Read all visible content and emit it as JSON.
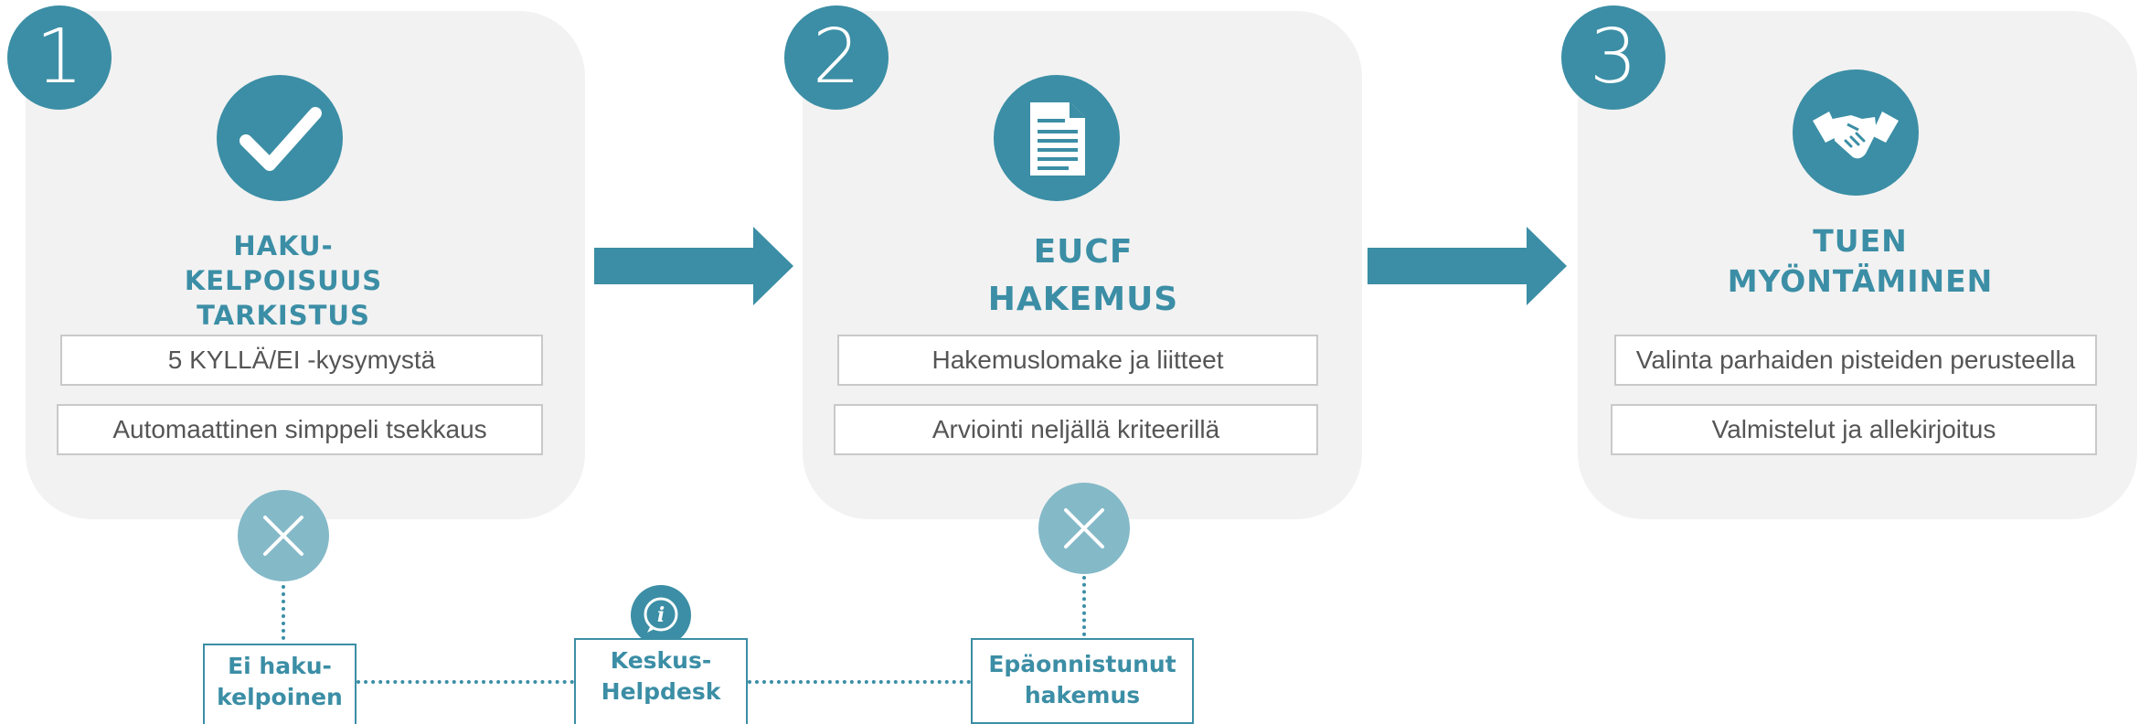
{
  "steps": [
    {
      "number": "1",
      "icon": "checkmark-icon",
      "title_lines": [
        "HAKU-",
        "KELPOISUUS",
        "TARKISTUS"
      ],
      "items": [
        "5 KYLLÄ/EI -kysymystä",
        "Automaattinen simppeli tsekkaus"
      ]
    },
    {
      "number": "2",
      "icon": "document-icon",
      "title_lines": [
        "EUCF",
        "HAKEMUS"
      ],
      "items": [
        "Hakemuslomake ja liitteet",
        "Arviointi neljällä kriteerillä"
      ]
    },
    {
      "number": "3",
      "icon": "handshake-icon",
      "title_lines": [
        "TUEN",
        "MYÖNTÄMINEN"
      ],
      "items": [
        "Valinta parhaiden pisteiden perusteella",
        "Valmistelut ja allekirjoitus"
      ]
    }
  ],
  "outcomes": {
    "not_eligible": [
      "Ei haku-",
      "kelpoinen"
    ],
    "helpdesk": [
      "Keskus-",
      "Helpdesk"
    ],
    "failed": [
      "Epäonnistunut",
      "hakemus"
    ]
  },
  "colors": {
    "accent": "#3b8ea5",
    "accent_light": "#84b9c8",
    "card_bg": "#f2f2f2",
    "box_border": "#c9c9c9"
  }
}
